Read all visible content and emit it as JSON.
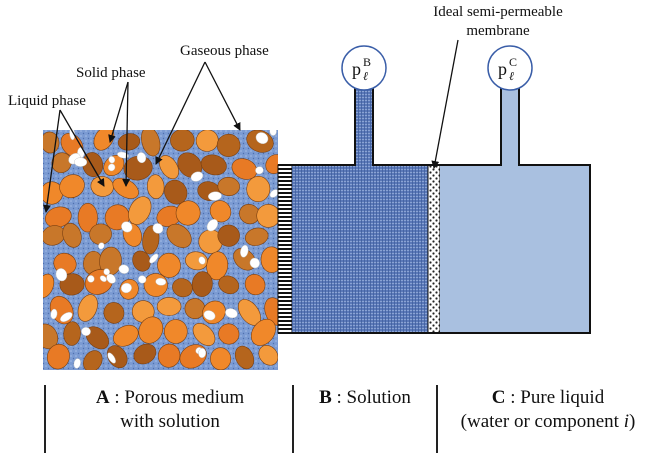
{
  "labels": {
    "liquid_phase": "Liquid phase",
    "solid_phase": "Solid phase",
    "gaseous_phase": "Gaseous phase",
    "membrane_line1": "Ideal semi-permeable",
    "membrane_line2": "membrane"
  },
  "gauges": {
    "B": {
      "symbol": "p",
      "sub": "ℓ",
      "sup": "B"
    },
    "C": {
      "symbol": "p",
      "sub": "ℓ",
      "sup": "C"
    }
  },
  "captions": {
    "A": {
      "letter": "A",
      "text1": ": Porous medium",
      "text2": "with solution"
    },
    "B": {
      "letter": "B",
      "text1": ": Solution"
    },
    "C": {
      "letter": "C",
      "text1": ": Pure liquid",
      "text2_prefix": "(water or component ",
      "text2_italic": "i",
      "text2_suffix": ")"
    }
  },
  "colors": {
    "grain_orange": "#f0882a",
    "grain_brown": "#b5651d",
    "pore_blue": "#6f8fc9",
    "solution_blue": "#5a78b8",
    "pure_liquid": "#a9c0e0",
    "outline": "#1a1a1a"
  }
}
